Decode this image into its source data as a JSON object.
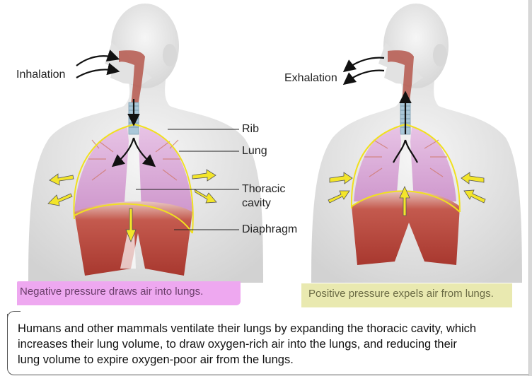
{
  "figure_left": {
    "title": "Inhalation",
    "labels": {
      "rib": "Rib",
      "lung": "Lung",
      "thoracic_line1": "Thoracic",
      "thoracic_line2": "cavity",
      "diaphragm": "Diaphragm"
    },
    "highlight_text": "Negative pressure draws air into lungs.",
    "highlight_color": "#eea8f0"
  },
  "figure_right": {
    "title": "Exhalation",
    "highlight_text": "Positive pressure expels air from lungs.",
    "highlight_color": "#e9e9b0"
  },
  "caption": {
    "line1": "Humans and other mammals ventilate their lungs by expanding the thoracic cavity, which",
    "line2": "increases their lung volume, to draw oxygen-rich air into the lungs, and reducing their",
    "line3": "lung volume to expire oxygen-poor air from the lungs."
  },
  "colors": {
    "body": "#e6e6e6",
    "lung": "#d7a6d6",
    "muscle": "#b9483f",
    "rib_outline": "#f0e020",
    "arrow_yellow": "#f3e52a",
    "airway": "#b0564a"
  }
}
